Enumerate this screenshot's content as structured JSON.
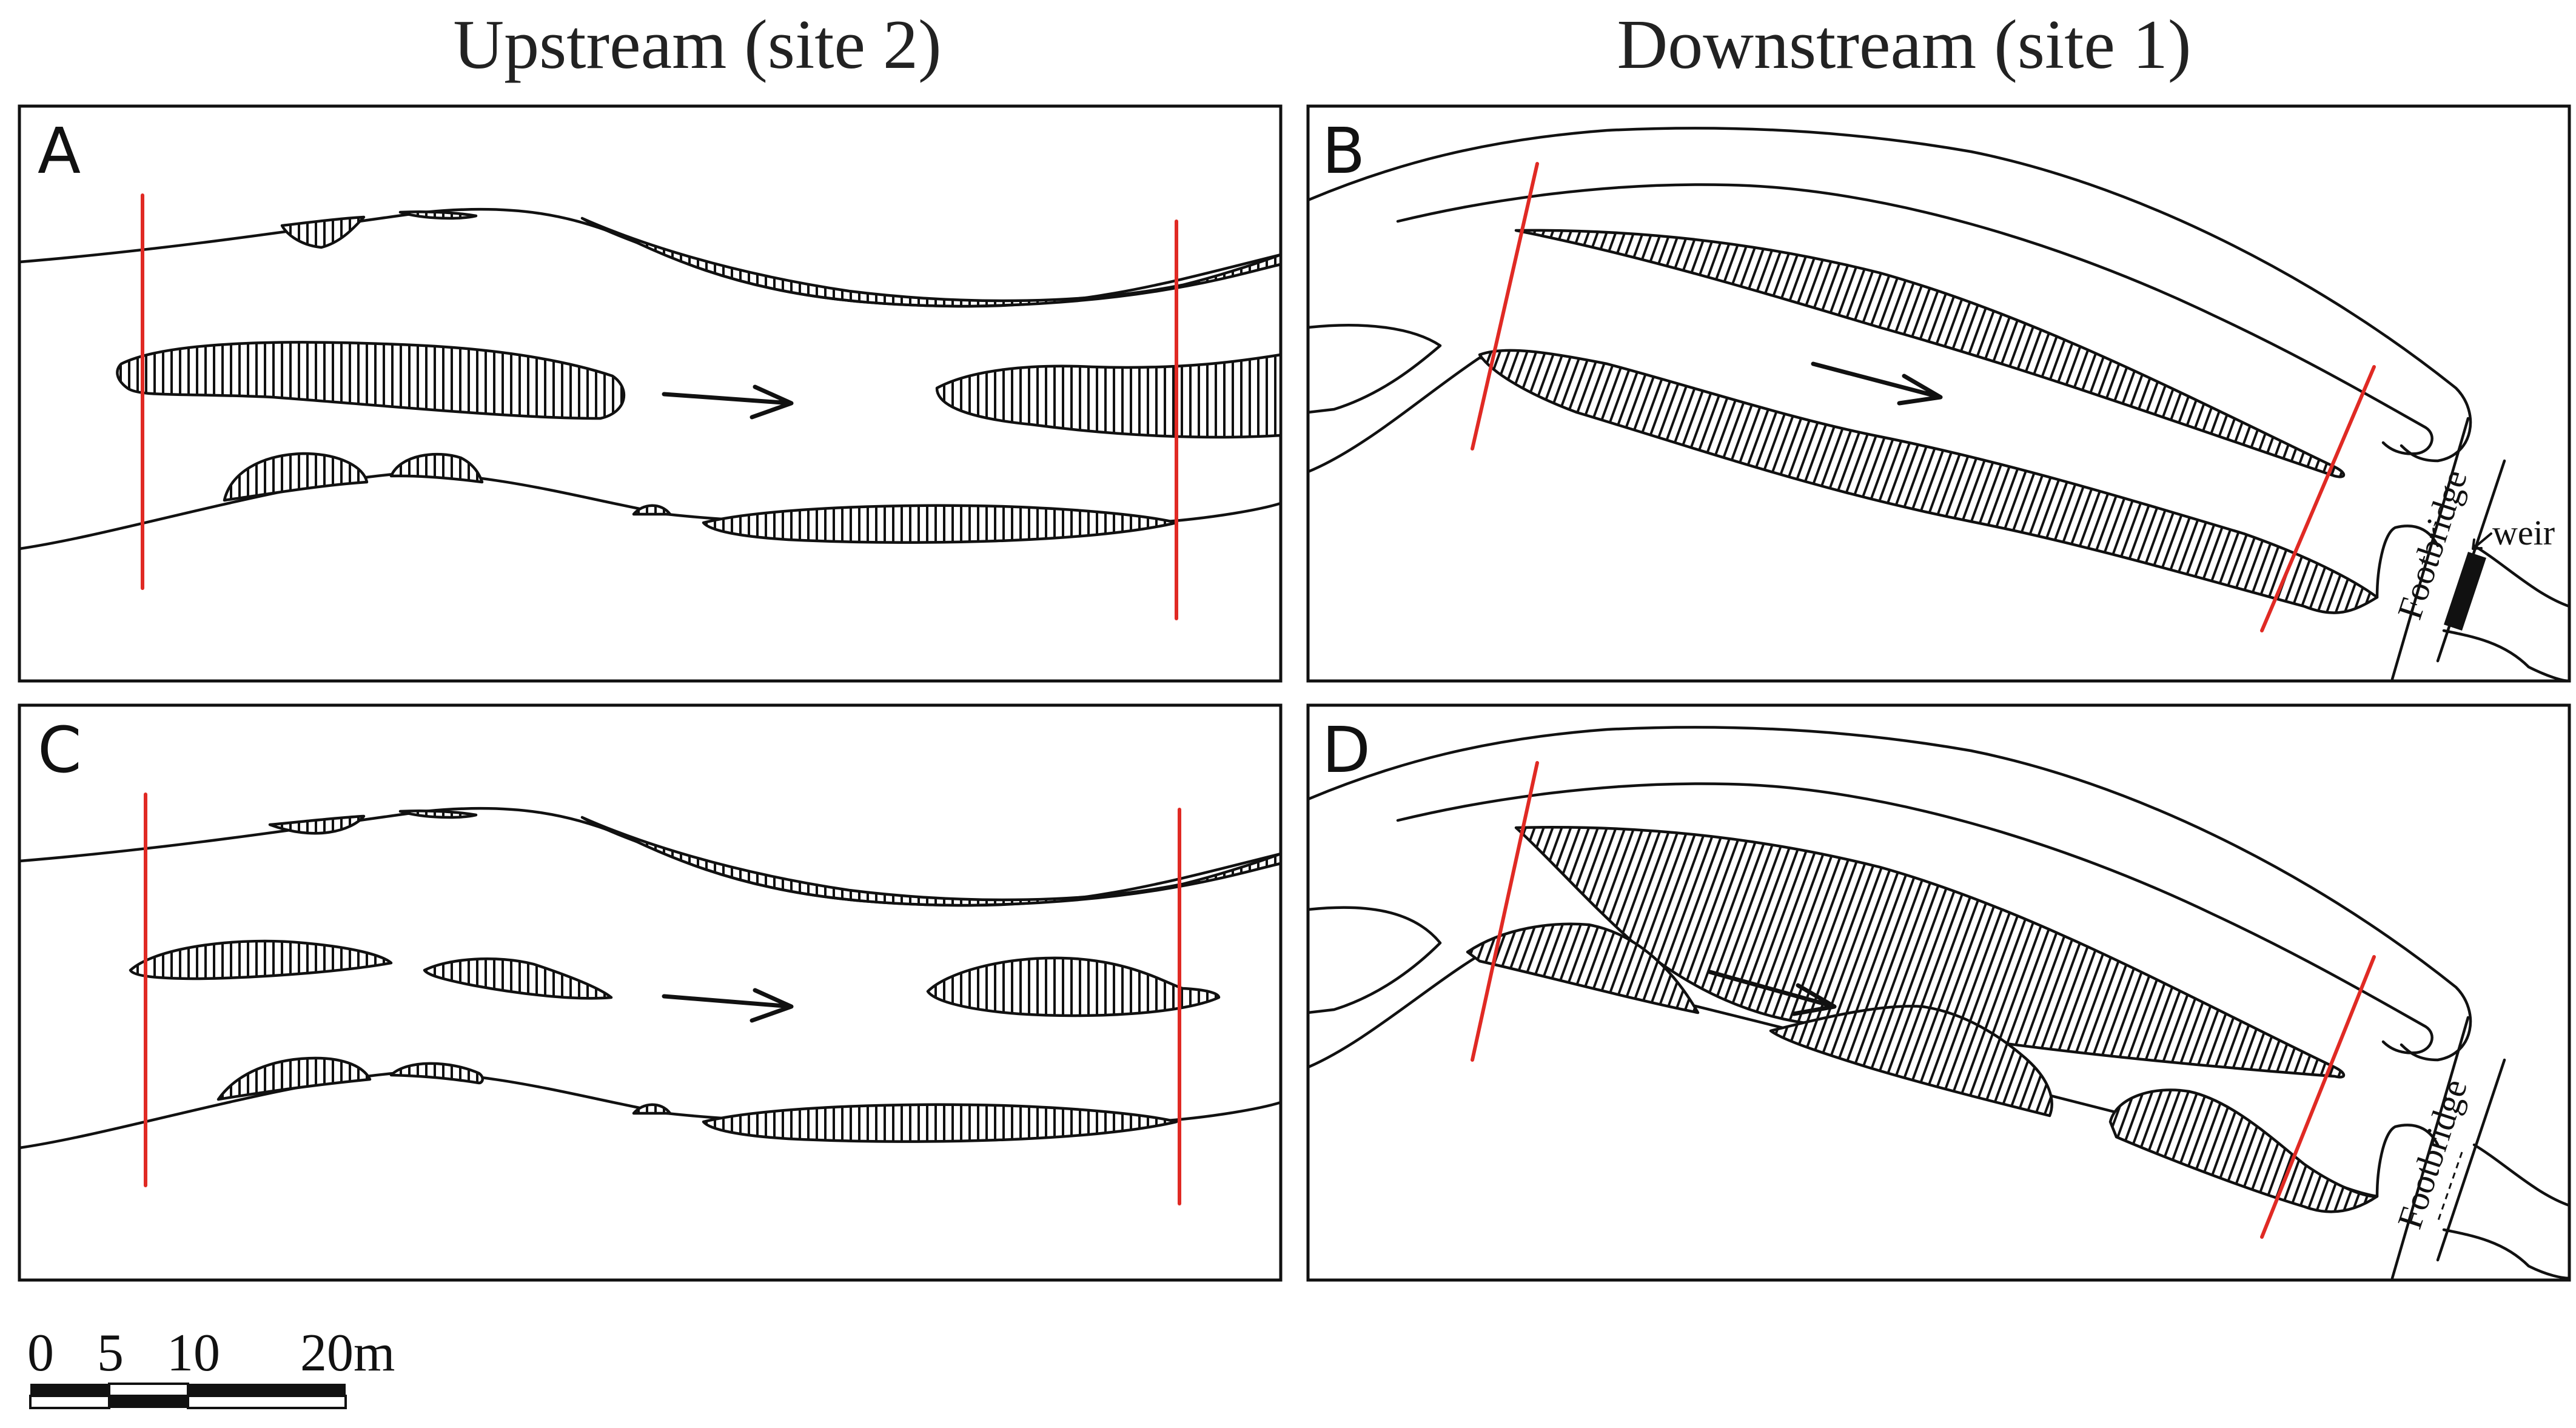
{
  "columns": {
    "upstream_title": "Upstream (site 2)",
    "downstream_title": "Downstream (site 1)"
  },
  "panels": {
    "a": {
      "letter": "A"
    },
    "b": {
      "letter": "B",
      "footbridge_label": "Footbridge",
      "weir_label": "weir"
    },
    "c": {
      "letter": "C"
    },
    "d": {
      "letter": "D",
      "footbridge_label": "Footbridge"
    }
  },
  "scale_bar": {
    "labels": [
      "0",
      "5",
      "10",
      "20m"
    ]
  },
  "colors": {
    "transect": "#e02a24",
    "ink": "#111111",
    "background": "#ffffff"
  }
}
